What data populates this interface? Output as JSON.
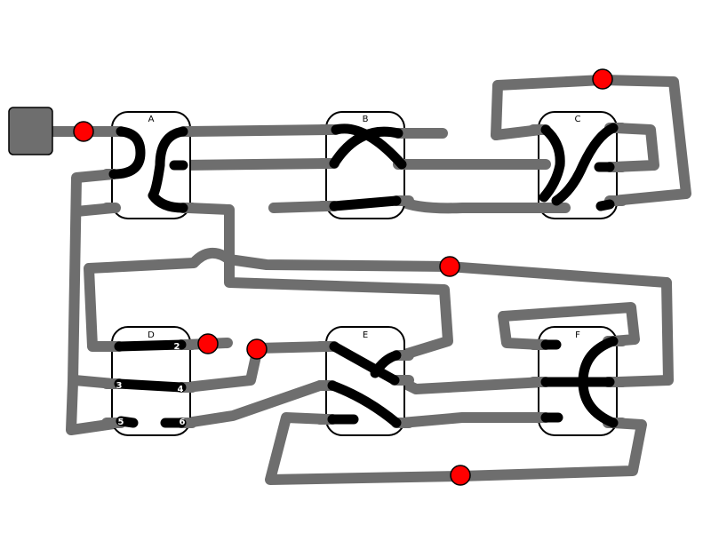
{
  "diagram": {
    "boxes": [
      {
        "id": "A",
        "label": "A"
      },
      {
        "id": "B",
        "label": "B"
      },
      {
        "id": "C",
        "label": "C"
      },
      {
        "id": "D",
        "label": "D"
      },
      {
        "id": "E",
        "label": "E"
      },
      {
        "id": "F",
        "label": "F"
      }
    ],
    "pin_labels": [
      "2",
      "3",
      "4",
      "5",
      "6"
    ],
    "colors": {
      "wire": "#6e6e6e",
      "internal_link": "#000000",
      "marker": "#ff0000",
      "source": "#6e6e6e"
    }
  }
}
